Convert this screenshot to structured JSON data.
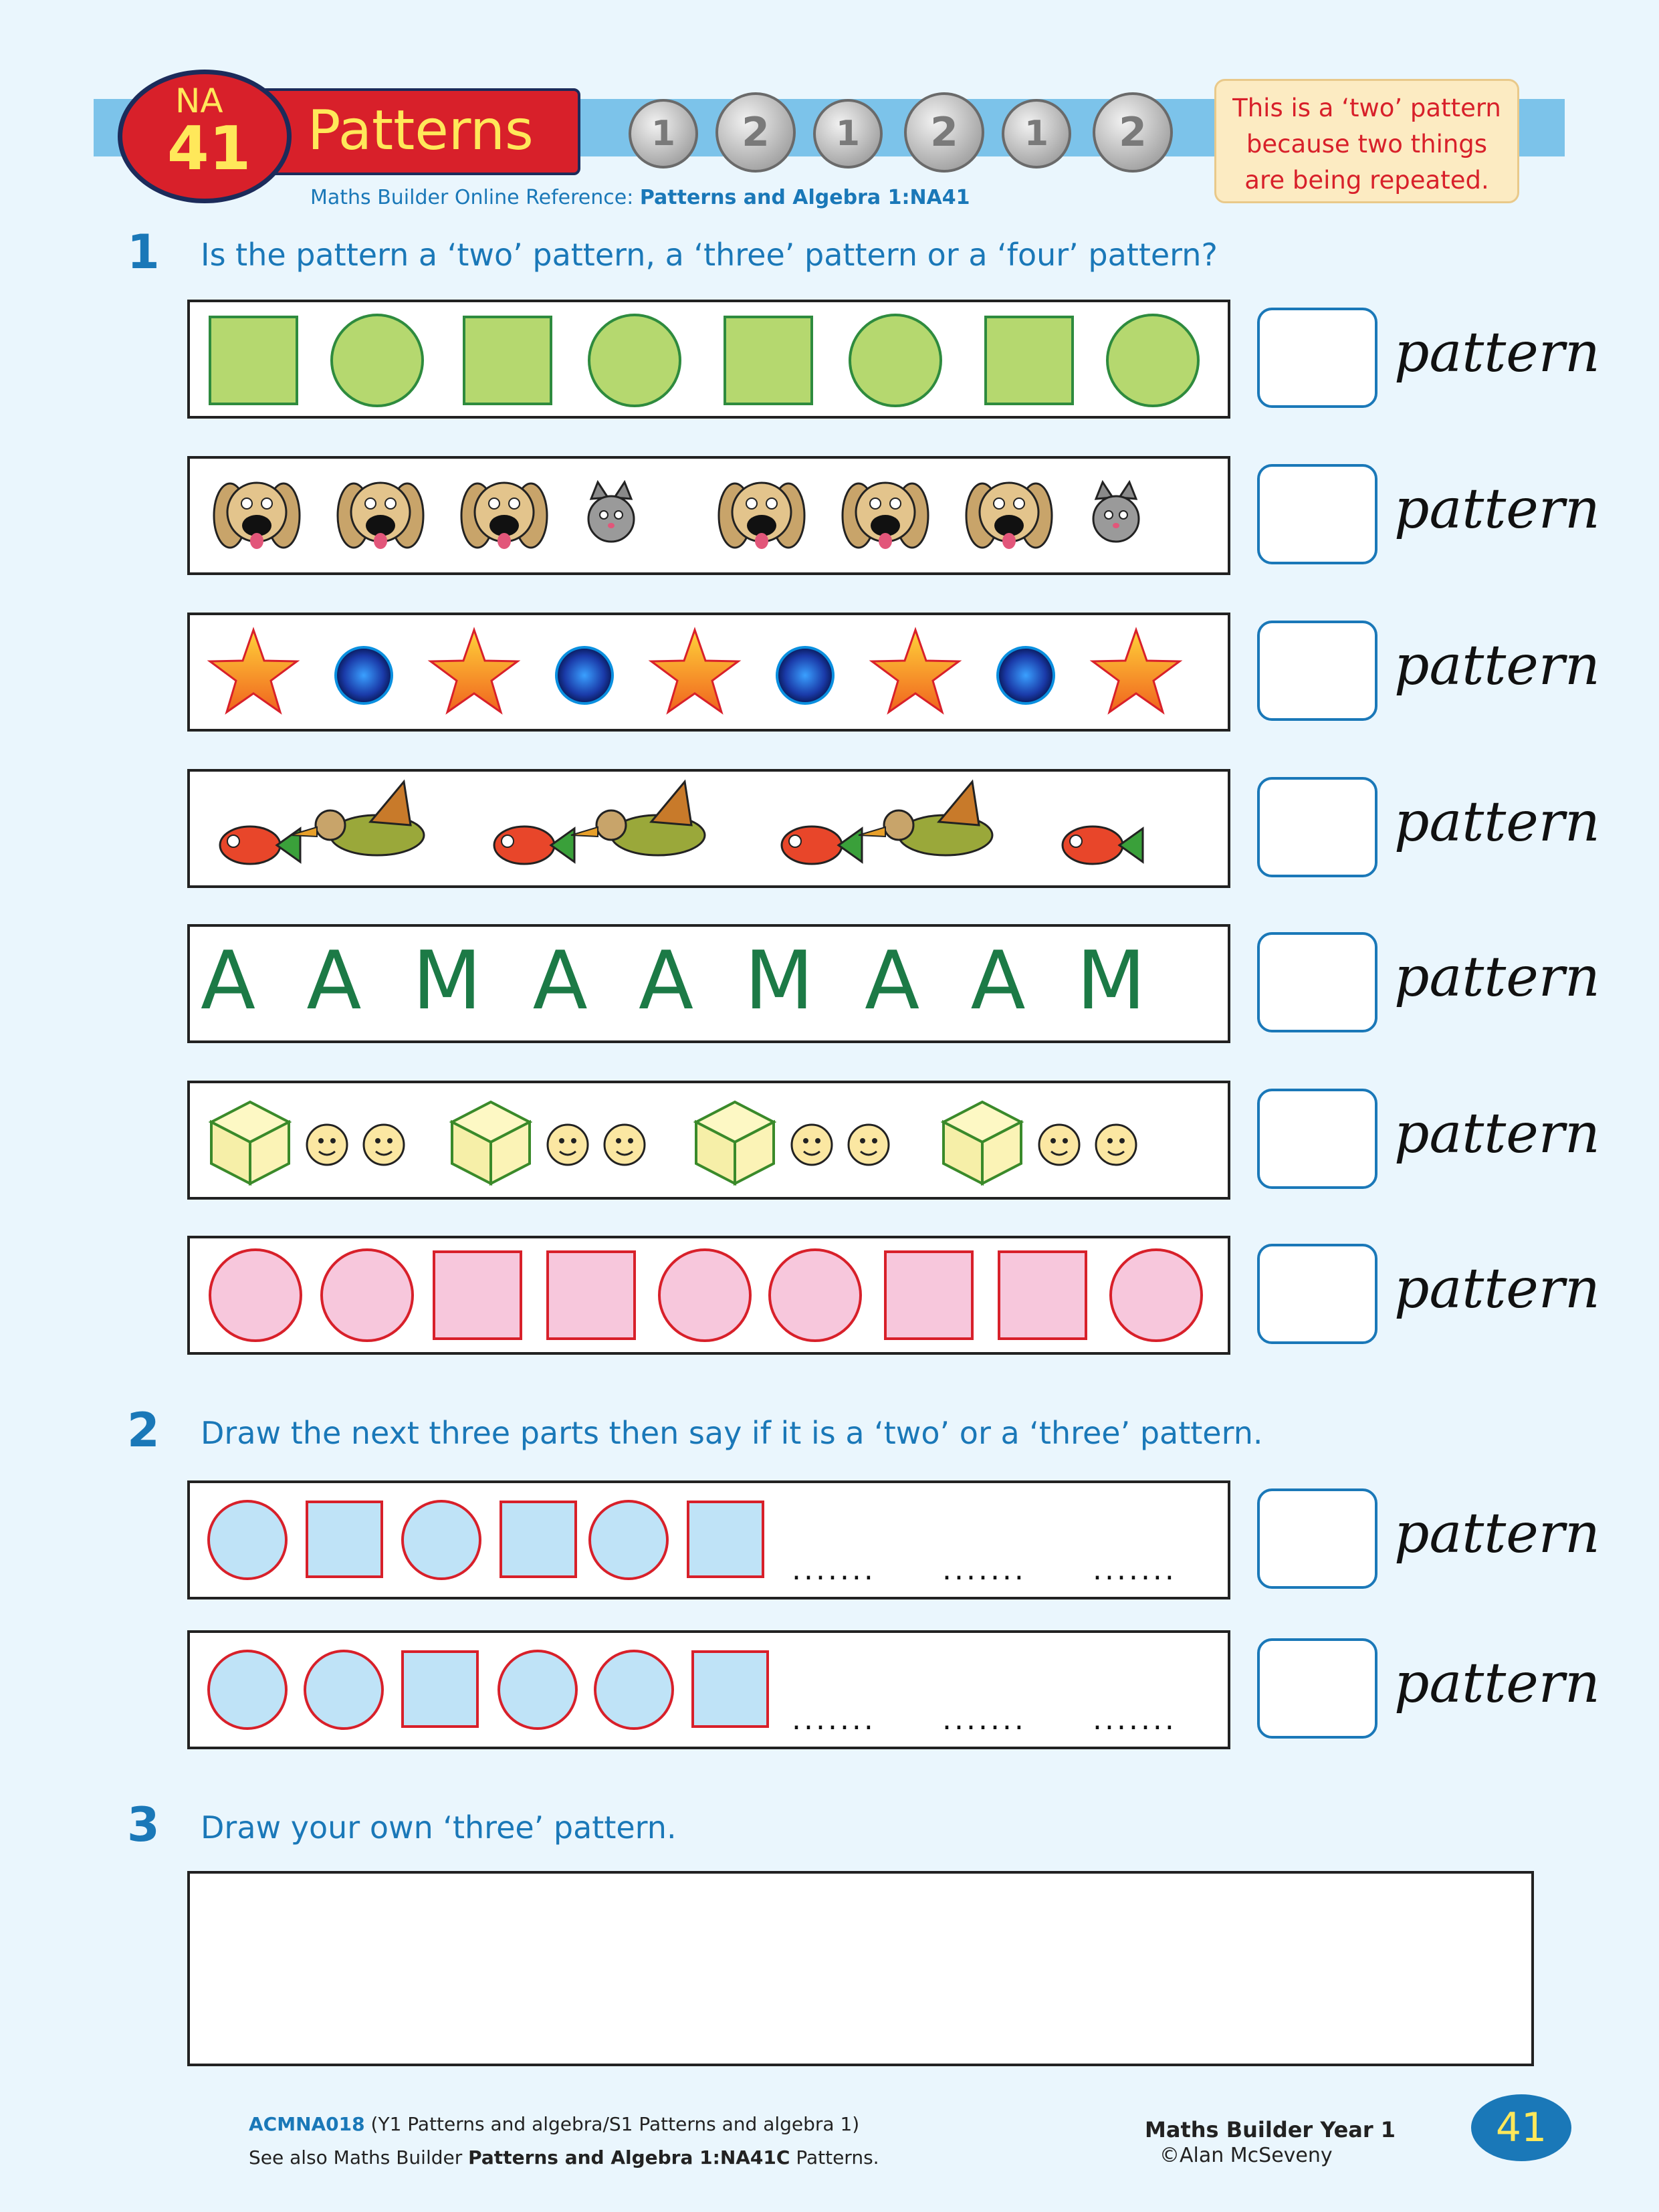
{
  "header": {
    "badge_top": "NA",
    "badge_number": "41",
    "title": "Patterns",
    "coins": [
      "1",
      "2",
      "1",
      "2",
      "1",
      "2"
    ],
    "note_lines": [
      "This is a ‘two’ pattern",
      "because two things",
      "are being repeated."
    ],
    "reference_prefix": "Maths Builder Online Reference: ",
    "reference_bold": "Patterns and Algebra 1:NA41"
  },
  "q1": {
    "number": "1",
    "text": "Is the pattern a ‘two’ pattern, a ‘three’ pattern or a ‘four’ pattern?",
    "letters_row": "A  A  M  A  A  M  A  A  M",
    "answer_label": "pattern"
  },
  "q2": {
    "number": "2",
    "text": "Draw the next three parts then say if it is a ‘two’ or a ‘three’ pattern.",
    "answer_label": "pattern",
    "dots": "......."
  },
  "q3": {
    "number": "3",
    "text": "Draw your own ‘three’ pattern."
  },
  "footer": {
    "code": "ACMNA018",
    "code_desc": " (Y1 Patterns and algebra/S1 Patterns and algebra 1)",
    "see_also_prefix": "See also Maths Builder ",
    "see_also_bold": "Patterns and Algebra 1:NA41C",
    "see_also_suffix": " Patterns.",
    "book": "Maths Builder Year 1",
    "copyright": "©Alan McSeveny",
    "page": "41"
  },
  "colors": {
    "accent_blue": "#1a78b8",
    "badge_red": "#d8202a",
    "band_blue": "#7cc3ea",
    "green_shape": "#b5d86f",
    "pink_shape": "#f7c7dc",
    "light_blue_shape": "#bfe3f7"
  }
}
